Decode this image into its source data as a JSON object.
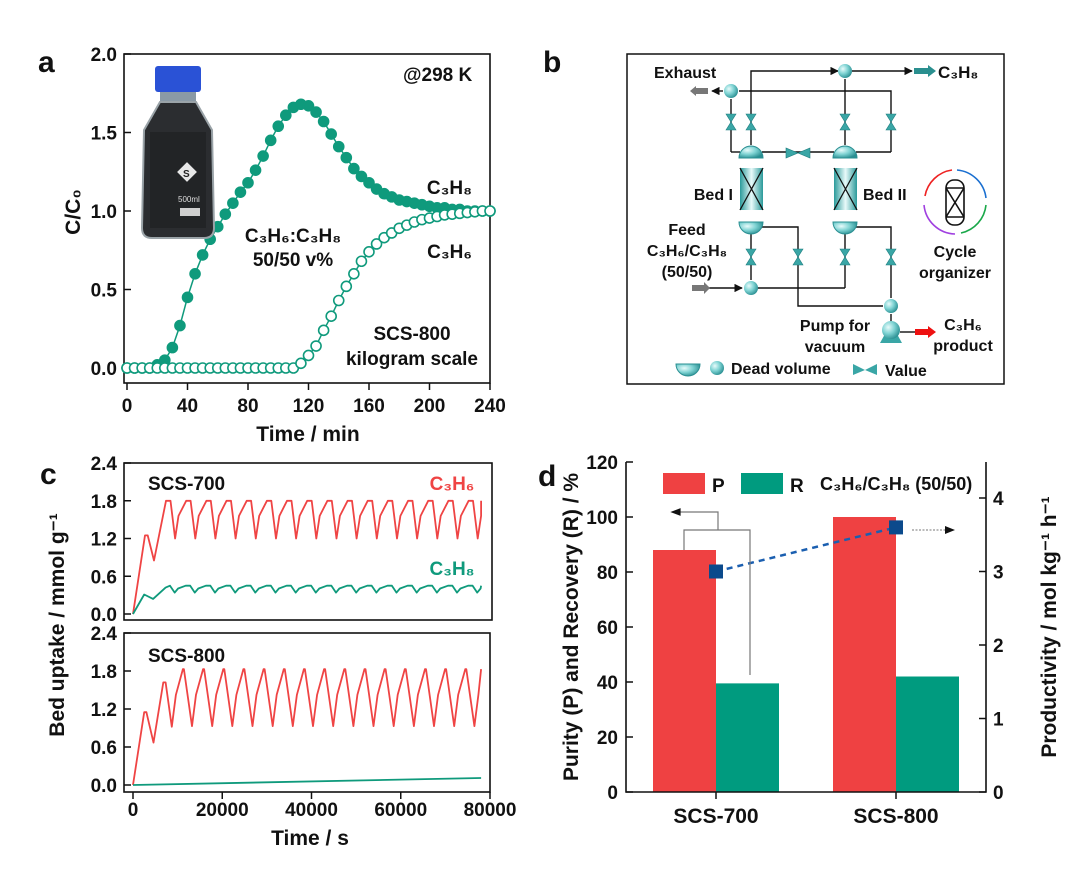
{
  "panel_labels": {
    "a": "a",
    "b": "b",
    "c": "c",
    "d": "d"
  },
  "colors": {
    "teal": "#0f9a7c",
    "red": "#ef4444",
    "bar_red": "#ef4142",
    "bar_teal": "#009b7f",
    "blue": "#0b4a8c",
    "cap_blue": "#2a52d6"
  },
  "chart_data": [
    {
      "id": "a",
      "type": "scatter",
      "title": "",
      "xlabel": "Time / min",
      "ylabel": "C/C₀",
      "xlim": [
        0,
        240
      ],
      "ylim": [
        0,
        2.0
      ],
      "xticks": [
        0,
        40,
        80,
        120,
        160,
        200,
        240
      ],
      "xtick_labels": [
        "0",
        "40",
        "80",
        "120",
        "160",
        "200",
        "240"
      ],
      "yticks": [
        0,
        0.5,
        1.0,
        1.5,
        2.0
      ],
      "ytick_labels": [
        "0.0",
        "0.5",
        "1.0",
        "1.5",
        "2.0"
      ],
      "annotations": {
        "temp": "@298 K",
        "feed_ratio": "C₃H₆:C₃H₈",
        "feed_pct": "50/50 v%",
        "sample": "SCS-800",
        "scale": "kilogram scale"
      },
      "series": [
        {
          "name": "C₃H₈",
          "marker": "filled",
          "x": [
            0,
            5,
            10,
            15,
            20,
            25,
            30,
            35,
            40,
            45,
            50,
            55,
            60,
            65,
            70,
            75,
            80,
            85,
            90,
            95,
            100,
            105,
            110,
            115,
            120,
            125,
            130,
            135,
            140,
            145,
            150,
            155,
            160,
            165,
            170,
            175,
            180,
            185,
            190,
            195,
            200,
            205,
            210,
            215,
            220,
            225,
            230,
            235,
            240
          ],
          "y": [
            0,
            0,
            0,
            0,
            0.02,
            0.05,
            0.13,
            0.27,
            0.45,
            0.6,
            0.72,
            0.82,
            0.9,
            0.98,
            1.05,
            1.12,
            1.18,
            1.26,
            1.35,
            1.45,
            1.54,
            1.61,
            1.66,
            1.68,
            1.67,
            1.63,
            1.57,
            1.49,
            1.41,
            1.34,
            1.27,
            1.22,
            1.18,
            1.14,
            1.11,
            1.09,
            1.07,
            1.06,
            1.05,
            1.04,
            1.03,
            1.02,
            1.02,
            1.01,
            1.01,
            1.0,
            1.0,
            1.0,
            1.0
          ]
        },
        {
          "name": "C₃H₆",
          "marker": "open",
          "x": [
            0,
            5,
            10,
            15,
            20,
            25,
            30,
            35,
            40,
            45,
            50,
            55,
            60,
            65,
            70,
            75,
            80,
            85,
            90,
            95,
            100,
            105,
            110,
            115,
            120,
            125,
            130,
            135,
            140,
            145,
            150,
            155,
            160,
            165,
            170,
            175,
            180,
            185,
            190,
            195,
            200,
            205,
            210,
            215,
            220,
            225,
            230,
            235,
            240
          ],
          "y": [
            0,
            0,
            0,
            0,
            0,
            0,
            0,
            0,
            0,
            0,
            0,
            0,
            0,
            0,
            0,
            0,
            0,
            0,
            0,
            0,
            0,
            0,
            0,
            0.03,
            0.08,
            0.14,
            0.24,
            0.33,
            0.43,
            0.52,
            0.6,
            0.68,
            0.74,
            0.79,
            0.83,
            0.86,
            0.89,
            0.91,
            0.93,
            0.945,
            0.955,
            0.965,
            0.975,
            0.98,
            0.985,
            0.99,
            0.995,
            1.0,
            1.0
          ]
        }
      ]
    },
    {
      "id": "c-top",
      "type": "line",
      "sample": "SCS-700",
      "xlabel": "Time / s",
      "ylabel": "Bed uptake / mmol g⁻¹",
      "xlim": [
        0,
        80000
      ],
      "ylim": [
        0,
        2.4
      ],
      "yticks": [
        0,
        0.6,
        1.2,
        1.8,
        2.4
      ],
      "ytick_labels": [
        "0.0",
        "0.6",
        "1.2",
        "1.8",
        "2.4"
      ],
      "series": [
        {
          "name": "C₃H₆",
          "color": "#ef4444",
          "initial": [
            [
              0,
              0
            ],
            [
              2700,
              1.25
            ],
            [
              3300,
              1.25
            ],
            [
              4700,
              0.85
            ],
            [
              7400,
              1.8
            ]
          ],
          "cycle": {
            "start": 7400,
            "period": 4520,
            "high": 1.8,
            "low": 1.2,
            "end": 78000
          }
        },
        {
          "name": "C₃H₈",
          "color": "#0f9a7c",
          "initial": [
            [
              0,
              0
            ],
            [
              2500,
              0.31
            ],
            [
              4500,
              0.24
            ],
            [
              7300,
              0.42
            ]
          ],
          "cycle": {
            "start": 7300,
            "period": 4520,
            "high": 0.45,
            "low": 0.34,
            "end": 78000
          }
        }
      ]
    },
    {
      "id": "c-bottom",
      "type": "line",
      "sample": "SCS-800",
      "xlim": [
        0,
        80000
      ],
      "ylim": [
        0,
        2.4
      ],
      "xticks": [
        0,
        20000,
        40000,
        60000,
        80000
      ],
      "xtick_labels": [
        "0",
        "20000",
        "40000",
        "60000",
        "80000"
      ],
      "yticks": [
        0,
        0.6,
        1.2,
        1.8,
        2.4
      ],
      "ytick_labels": [
        "0.0",
        "0.6",
        "1.2",
        "1.8",
        "2.4"
      ],
      "series": [
        {
          "name": "C₃H₆",
          "color": "#ef4444",
          "initial": [
            [
              0,
              0
            ],
            [
              2500,
              1.15
            ],
            [
              3000,
              1.15
            ],
            [
              4600,
              0.67
            ],
            [
              6800,
              1.62
            ],
            [
              7300,
              1.62
            ],
            [
              8700,
              0.92
            ]
          ],
          "cycle": {
            "start": 8700,
            "period": 4520,
            "high": 1.83,
            "low": 0.93,
            "end": 78000,
            "phase": "rise"
          }
        },
        {
          "name": "C₃H₈",
          "color": "#0f9a7c",
          "initial": [
            [
              0,
              0
            ],
            [
              78000,
              0.11
            ]
          ]
        }
      ]
    },
    {
      "id": "d",
      "type": "bar",
      "categories": [
        "SCS-700",
        "SCS-800"
      ],
      "series": [
        {
          "name": "P",
          "axis": "left",
          "values": [
            88,
            100
          ]
        },
        {
          "name": "R",
          "axis": "left",
          "values": [
            39.5,
            42
          ]
        },
        {
          "name": "Productivity",
          "axis": "right",
          "type": "line",
          "values": [
            3.0,
            3.6
          ]
        }
      ],
      "legend_note": "C₃H₆/C₃H₈ (50/50)",
      "legend_position": "top",
      "ylabel": "Purity (P) and Recovery (R) / %",
      "y2label": "Productivity / mol kg⁻¹ h⁻¹",
      "ylim": [
        0,
        120
      ],
      "y2lim": [
        0,
        4.4
      ],
      "yticks": [
        0,
        20,
        40,
        60,
        80,
        100,
        120
      ],
      "ytick_labels": [
        "0",
        "20",
        "40",
        "60",
        "80",
        "100",
        "120"
      ],
      "y2ticks": [
        0,
        1,
        2,
        3,
        4
      ],
      "y2tick_labels": [
        "0",
        "1",
        "2",
        "3",
        "4"
      ]
    }
  ],
  "diagram": {
    "exhaust": "Exhaust",
    "c3h8_out": "C₃H₈",
    "bed1": "Bed I",
    "bed2": "Bed II",
    "feed": "Feed",
    "feed_gas": "C₃H₆/C₃H₈",
    "feed_ratio": "(50/50)",
    "cycle1": "Cycle",
    "cycle2": "organizer",
    "pump1": "Pump for",
    "pump2": "vacuum",
    "product1": "C₃H₆",
    "product2": "product",
    "legend_dead": "Dead volume",
    "legend_valve": "Value"
  }
}
